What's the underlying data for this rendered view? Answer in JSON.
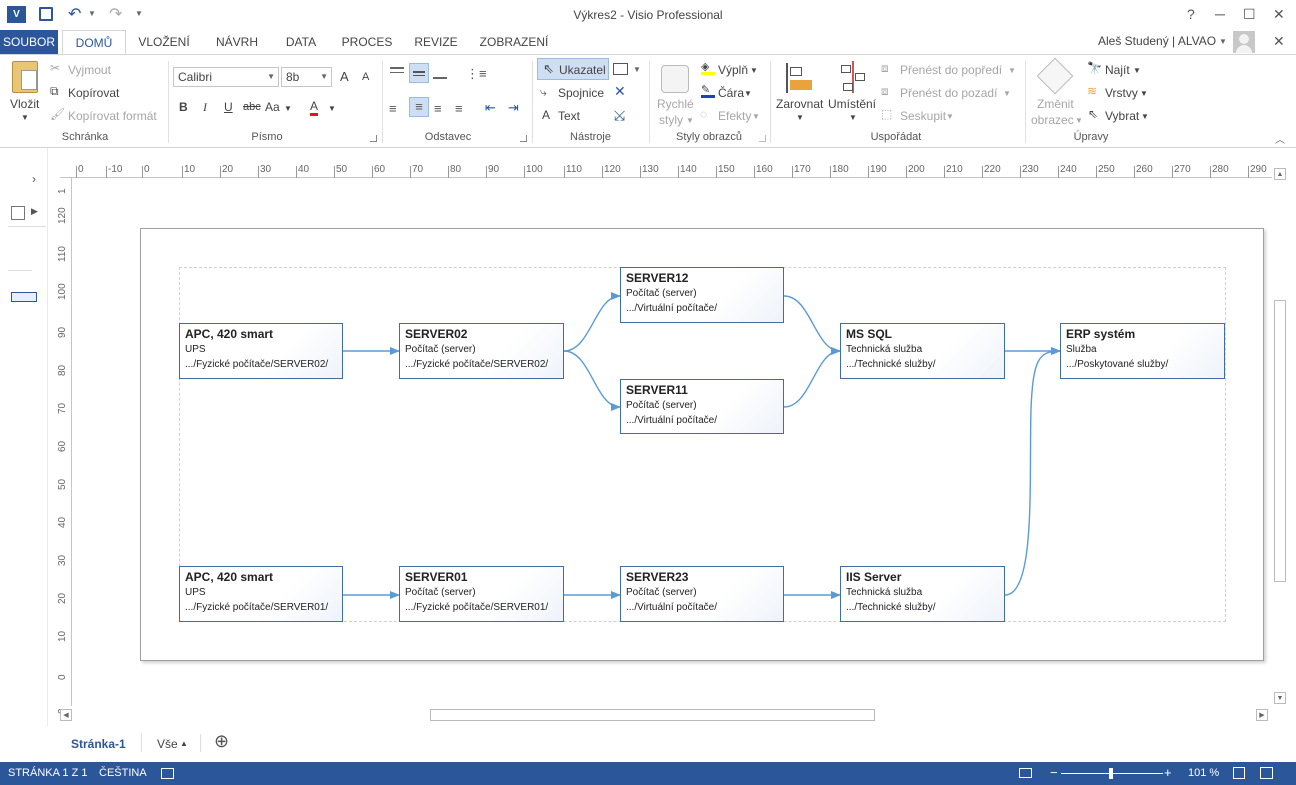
{
  "window": {
    "title": "Výkres2 - Visio Professional",
    "help": "?",
    "minimize": "─",
    "maximize": "☐",
    "close": "✕"
  },
  "qat": {
    "app_icon": "visio-app-icon",
    "save": "save-icon",
    "undo": "undo-icon",
    "redo": "redo-icon"
  },
  "tabs": {
    "file": "SOUBOR",
    "items": [
      "DOMŮ",
      "VLOŽENÍ",
      "NÁVRH",
      "DATA",
      "PROCES",
      "REVIZE",
      "ZOBRAZENÍ"
    ],
    "active": "DOMŮ"
  },
  "user": {
    "name": "Aleš Studený | ALVAO"
  },
  "ribbon": {
    "clipboard": {
      "label": "Schránka",
      "paste": "Vložit",
      "cut": "Vyjmout",
      "copy": "Kopírovat",
      "format_painter": "Kopírovat formát"
    },
    "font": {
      "label": "Písmo",
      "font_name": "Calibri",
      "font_size": "8b",
      "bold": "B",
      "italic": "I",
      "underline": "U",
      "strike": "abc",
      "case": "Aa",
      "color": "A",
      "grow": "A",
      "shrink": "A"
    },
    "paragraph": {
      "label": "Odstavec"
    },
    "tools": {
      "label": "Nástroje",
      "pointer": "Ukazatel",
      "connector": "Spojnice",
      "text": "Text"
    },
    "shape_styles": {
      "label": "Styly obrazců",
      "quick_styles_1": "Rychlé",
      "quick_styles_2": "styly",
      "fill": "Výplň",
      "line": "Čára",
      "effects": "Efekty"
    },
    "arrange": {
      "label": "Uspořádat",
      "align": "Zarovnat",
      "position": "Umístění",
      "bring_front": "Přenést do popředí",
      "send_back": "Přenést do pozadí",
      "group": "Seskupit"
    },
    "editing": {
      "label": "Úpravy",
      "change_shape_1": "Změnit",
      "change_shape_2": "obrazec",
      "find": "Najít",
      "layers": "Vrstvy",
      "select": "Vybrat"
    }
  },
  "rulers": {
    "horizontal": [
      "0",
      "-10",
      "0",
      "10",
      "20",
      "30",
      "40",
      "50",
      "60",
      "70",
      "80",
      "90",
      "100",
      "110",
      "120",
      "130",
      "140",
      "150",
      "160",
      "170",
      "180",
      "190",
      "200",
      "210",
      "220",
      "230",
      "240",
      "250",
      "260",
      "270",
      "280",
      "290"
    ],
    "vertical": [
      "1",
      "120",
      "110",
      "100",
      "90",
      "80",
      "70",
      "60",
      "50",
      "40",
      "30",
      "20",
      "10",
      "0",
      "0"
    ]
  },
  "nodes": [
    {
      "id": "apc1",
      "title": "APC, 420 smart",
      "type": "UPS",
      "path": ".../Fyzické počítače/SERVER02/"
    },
    {
      "id": "server02",
      "title": "SERVER02",
      "type": "Počítač (server)",
      "path": ".../Fyzické počítače/SERVER02/"
    },
    {
      "id": "server12",
      "title": "SERVER12",
      "type": "Počítač (server)",
      "path": ".../Virtuální počítače/"
    },
    {
      "id": "server11",
      "title": "SERVER11",
      "type": "Počítač (server)",
      "path": ".../Virtuální počítače/"
    },
    {
      "id": "mssql",
      "title": "MS SQL",
      "type": "Technická služba",
      "path": ".../Technické služby/"
    },
    {
      "id": "erp",
      "title": "ERP systém",
      "type": "Služba",
      "path": ".../Poskytované služby/"
    },
    {
      "id": "apc2",
      "title": "APC, 420 smart",
      "type": "UPS",
      "path": ".../Fyzické počítače/SERVER01/"
    },
    {
      "id": "server01",
      "title": "SERVER01",
      "type": "Počítač (server)",
      "path": ".../Fyzické počítače/SERVER01/"
    },
    {
      "id": "server23",
      "title": "SERVER23",
      "type": "Počítač (server)",
      "path": ".../Virtuální počítače/"
    },
    {
      "id": "iis",
      "title": "IIS Server",
      "type": "Technická služba",
      "path": ".../Technické služby/"
    }
  ],
  "pages": {
    "current": "Stránka-1",
    "all": "Vše",
    "add": "⊕"
  },
  "status": {
    "page": "STRÁNKA 1 Z 1",
    "language": "ČEŠTINA",
    "zoom": "101 %",
    "zoom_minus": "−",
    "zoom_plus": "+"
  },
  "colors": {
    "accent": "#2b579a",
    "connector": "#5b9bd5",
    "node_border": "#3f6ea7"
  }
}
